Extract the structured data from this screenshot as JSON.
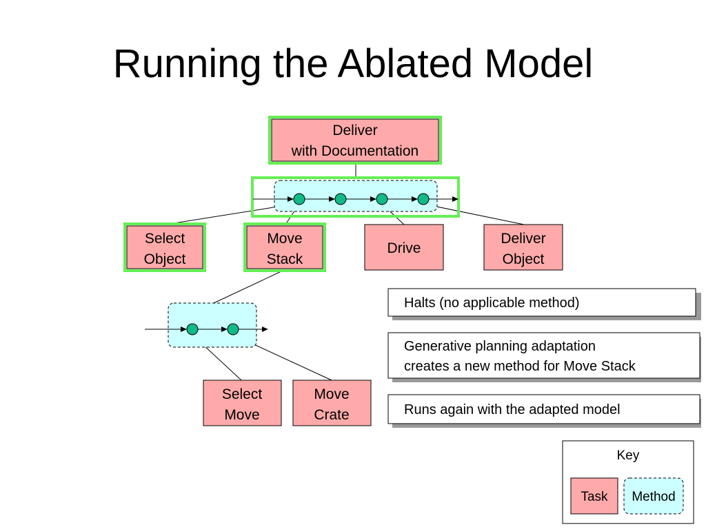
{
  "slide": {
    "title": "Running the Ablated Model"
  },
  "diagram": {
    "root_task": {
      "line1": "Deliver",
      "line2": "with Documentation"
    },
    "subtasks": {
      "select_object": {
        "line1": "Select",
        "line2": "Object"
      },
      "move_stack": {
        "line1": "Move",
        "line2": "Stack"
      },
      "drive": {
        "label": "Drive"
      },
      "deliver_object": {
        "line1": "Deliver",
        "line2": "Object"
      }
    },
    "lower_tasks": {
      "select_move": {
        "line1": "Select",
        "line2": "Move"
      },
      "move_crate": {
        "line1": "Move",
        "line2": "Crate"
      }
    },
    "callouts": {
      "halts": "Halts (no applicable method)",
      "adaptation_line1": "Generative planning adaptation",
      "adaptation_line2": "creates a new method for Move Stack",
      "runs_again": "Runs again with the adapted model"
    },
    "key": {
      "title": "Key",
      "task": "Task",
      "method": "Method"
    },
    "colors": {
      "task_fill": "#ffaaaa",
      "method_fill": "#ccffff",
      "highlight": "#66ee55",
      "node_fill": "#11bb88"
    }
  }
}
